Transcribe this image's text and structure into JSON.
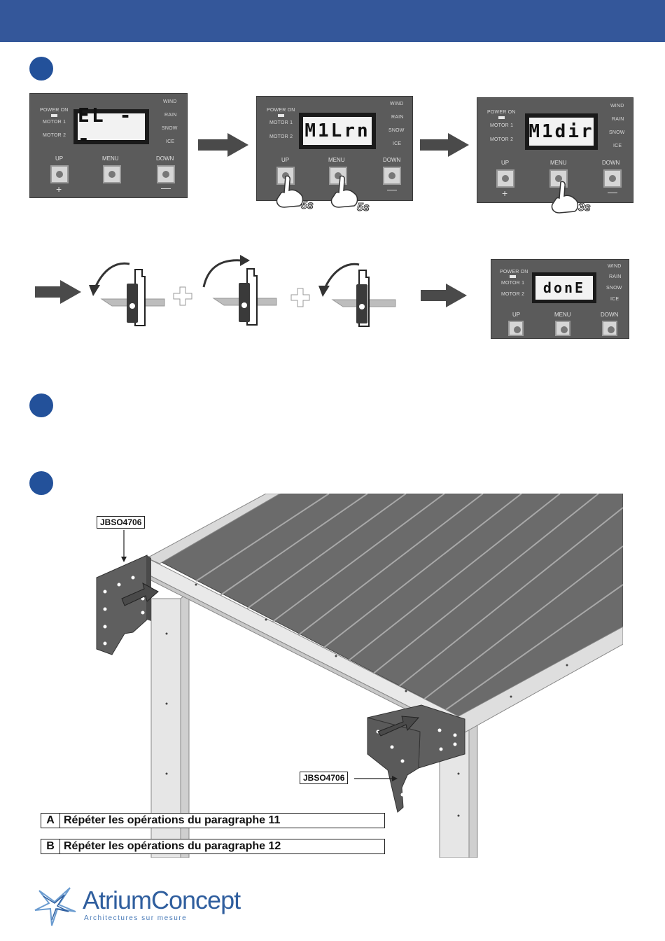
{
  "panels": {
    "up": "UP",
    "menu": "MENU",
    "down": "DOWN",
    "power_on": "POWER ON",
    "motor1": "MOTOR 1",
    "motor2": "MOTOR 2",
    "wind": "WIND",
    "rain": "RAIN",
    "snow": "SNOW",
    "ice": "ICE",
    "plus": "+",
    "minus": "—"
  },
  "displays": {
    "p1": "EL --",
    "p2": "M1Lrn",
    "p3": "M1dir",
    "p4": "donE"
  },
  "durations": {
    "up_press": "5s",
    "menu_press": "5s",
    "menu_press_2": "3s"
  },
  "parts": {
    "bracket_left": "JBSO4706",
    "bracket_right": "JBSO4706"
  },
  "notes": [
    {
      "letter": "A",
      "text": "Répéter les opérations du paragraphe 11"
    },
    {
      "letter": "B",
      "text": "Répéter les opérations du paragraphe 12"
    }
  ],
  "brand": {
    "name": "AtriumConcept",
    "tagline": "Architectures sur mesure",
    "color": "#2f5e9e"
  }
}
